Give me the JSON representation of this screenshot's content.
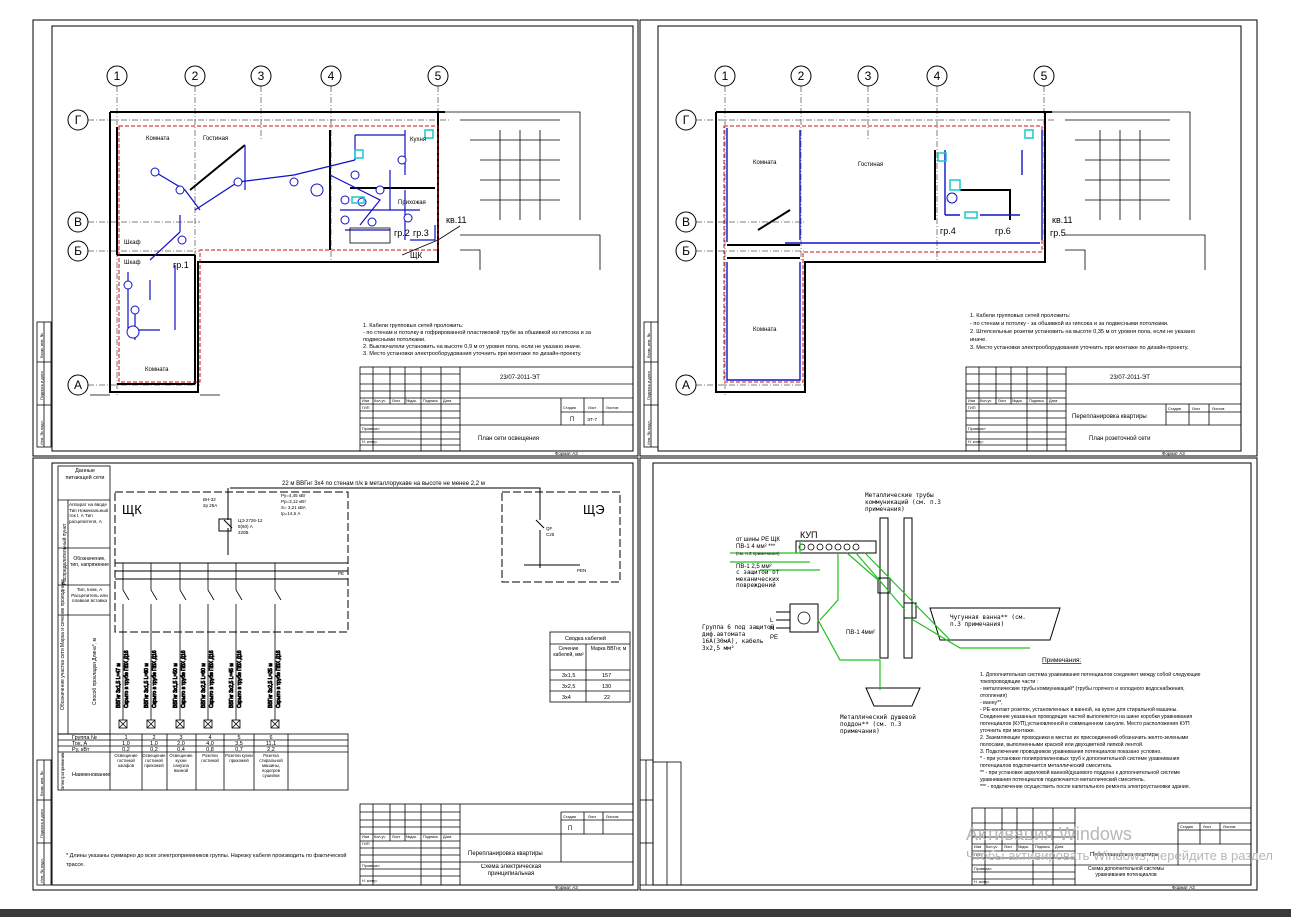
{
  "sheets": {
    "lighting": {
      "axes_letters": [
        "Г",
        "В",
        "Б",
        "А"
      ],
      "axes_numbers": [
        "1",
        "2",
        "3",
        "4",
        "5"
      ],
      "rooms": {
        "room1": "Комната",
        "living": "Гостиная",
        "kitchen": "Кухня",
        "hall": "Прихожая",
        "closet1": "Шкаф",
        "closet2": "Шкаф",
        "room2": "Комната"
      },
      "group_labels": {
        "gr1": "гр.1",
        "gr2": "гр.2",
        "gr3": "гр.3",
        "shk": "ЩК",
        "kv": "кв.11"
      },
      "notes": [
        "1. Кабели групповых сетей проложить:",
        "- по стенам и потолку в гофрированной пластиковой трубе  за обшивкой из гипсока и за",
        "подвесными потолками.",
        "2. Выключатели установить на высоте 0,9 м от уровня пола, если не указано иначе.",
        "3. Место установки электрооборудования уточнить при монтаже по дизайн-проекту."
      ],
      "stamp": {
        "code": "23/07-2011-ЭТ",
        "title": "План сети освещения",
        "stage": "П",
        "sheet": "ЭТ-7",
        "format": "Формат А3"
      }
    },
    "sockets": {
      "axes_letters": [
        "Г",
        "В",
        "Б",
        "А"
      ],
      "axes_numbers": [
        "1",
        "2",
        "3",
        "4",
        "5"
      ],
      "rooms": {
        "room1": "Комната",
        "living": "Гостиная",
        "room2": "Комната"
      },
      "group_labels": {
        "gr4": "гр.4",
        "gr5": "гр.5",
        "gr6": "гр.6",
        "kv": "кв.11"
      },
      "notes": [
        "1. Кабели групповых сетей проложить:",
        "- по стенам и потолку - за обшивкой из гипсока и за подвесными потолками.",
        "2. Штепсельные розетки установить на высоте 0,35 м от уровня пола, если не указано",
        "иначе.",
        "3. Место установки электрооборудования уточнить при монтаже по дизайн-проекту."
      ],
      "stamp": {
        "code": "23/07-2011-ЭТ",
        "project": "Перепланировка квартиры",
        "title": "План розеточной сети",
        "format": "Формат А3"
      }
    },
    "schematic": {
      "row_headers": [
        "Данные питающей сети",
        "Аппарат на вводе Тип Номинальный ток I, А Тип расцепителя, А",
        "Обозначение, тип, напряжение",
        "Тип, Iном, А Расцепитель или плавкая вставка",
        "Обозначение участка сети Марка и сечение проводника",
        "Способ прокладки Длина*, м"
      ],
      "side_label": "Распределительный пункт",
      "feed_text": "22 м  ВВГнг 3х4 по стенам  п/к в металлорукаве на высоте не менее 2,2 м",
      "panel_labels": {
        "shk": "ЩК",
        "she": "ЩЭ"
      },
      "load_params": [
        "Ру=4,45 кВт",
        "Рр=3,12 кВт",
        "S= 3,21 кВА",
        "Iр=14,6 А"
      ],
      "device": {
        "model": "ЦЭ 2726-12",
        "current": "5(60) А",
        "voltage": "220В"
      },
      "breaker_main": {
        "line1": "ВН-32",
        "line2": "2р 25А"
      },
      "breaker_she": {
        "line1": "QF",
        "line2": "С25"
      },
      "pe": "РЕ",
      "pen": "PEN",
      "groups": [
        {
          "no": "1",
          "current": "1,0",
          "power": "0,2",
          "cable": "ВВГнг 3х1,5 L=47 м",
          "route": "Скрыто в трубе ПВХ Д16",
          "name": "Освещение гостиной шкафов"
        },
        {
          "no": "2",
          "current": "1,0",
          "power": "0,2",
          "cable": "ВВГнг 3х1,5 L=60 м",
          "route": "Скрыто в трубе ПВХ Д16",
          "name": "Освещение гостиной прихожей"
        },
        {
          "no": "3",
          "current": "2,0",
          "power": "0,4",
          "cable": "ВВГнг 3х1,5 L=50 м",
          "route": "Скрыто в трубе ПВХ Д16",
          "name": "Освещение кухни санузла ванной"
        },
        {
          "no": "4",
          "current": "4,0",
          "power": "0,8",
          "cable": "ВВГнг 3х2,5 L=60 м",
          "route": "Скрыто в трубе ПВХ Д16",
          "name": "Розетки гостиной"
        },
        {
          "no": "5",
          "current": "3,5",
          "power": "0,7",
          "cable": "ВВГнг 3х2,5 L=45 м",
          "route": "Скрыто в трубе ПВХ Д16",
          "name": "Розетки кухни прихожей"
        },
        {
          "no": "6",
          "current": "11,1",
          "power": "2,2",
          "cable": "ВВГнг 3х2,5 L=25 м",
          "route": "Скрыто в трубе ПВХ Д16",
          "name": "Розетка стиральной машины, подогрев сушилки"
        }
      ],
      "group_row_headers": [
        "Группа №",
        "Ток, А",
        "Pу, кВт",
        "Наименование"
      ],
      "bottom_side_label": "Электроприемник",
      "cable_summary": {
        "title": "Сводка кабелей",
        "headers": [
          "Сечение кабелей, мм²",
          "Марка ВВГнг, м"
        ],
        "rows": [
          [
            "3х1,5",
            "157"
          ],
          [
            "3х2,5",
            "130"
          ],
          [
            "3х4",
            "22"
          ]
        ]
      },
      "footnote": "* Длины указаны суммарно до всех электроприемников группы. Нарезку кабеля производить по фактической трассе.",
      "stamp": {
        "project": "Перепланировка квартиры",
        "title": "Схема электрическая принципиальная",
        "stage": "П",
        "format": "Формат А3"
      }
    },
    "potential": {
      "kup": "КУП",
      "labels": {
        "pipes": "Металлические трубы коммуникаций (см. п.3 примечания)",
        "from_shk": "от шины PE ЩК",
        "pv1_4": "ПВ-1  4 мм² ***",
        "note3": "(см. п.3 примечания)",
        "pv1_25": "ПВ-1  2,5 мм²",
        "pv1_25b": "с защитой от механических повреждений",
        "group6": "Группа 6  под защитой диф.автомата 16А(30мА), кабель 3х2,5 мм²",
        "pv1_4b": "ПВ-1  4мм²",
        "bath": "Чугунная ванна** (см. п.3 примечания)",
        "tray": "Металлический душевой поддон** (см. п.3 примечания)",
        "l": "L",
        "n": "N",
        "pe": "PE"
      },
      "notes_title": "Примечания:",
      "notes": [
        "1. Дополнительная система уравнивания потенциалов соединяет между собой следующие",
        "токопроводящие части :",
        "- металлические трубы  коммуникаций* (трубы горячего и холодного водоснабжения,",
        "отопления)",
        "- ванну**,",
        "- РЕ-контакт розеток, установленных  в ванной, на кухне для стиральной машины.",
        "  Соединение указанных проводящих частей выполняется на шине коробки уравнивания",
        "потенциалов (КУП),установленной в совмещенном санузле. Место расположения КУП",
        "уточнить при монтаже.",
        "2. Заземляющие проводники в местах их присоединений обозначить желто-зелеными",
        "полосами, выполненными краской или двухцветной липкой лентой.",
        "3. Подключение проводников уравнивания потенциалов показано условно.",
        "* - при установке полипропиленовых труб к дополнительной системе уравнивания",
        "потенциалов подключается металлический смеситель.",
        "** - при установке акриловой ванной/душевого поддона  к дополнительной системе",
        "уравнивания потенциалов подключается металлический смеситель.",
        "*** - подключение осуществить после капитального ремонта электроустановки здания."
      ],
      "stamp": {
        "project": "Перепланировка квартиры",
        "title": "Схема дополнительной системы уравнивания  потенциалов",
        "format": "Формат А3"
      }
    }
  },
  "stamp_columns": [
    "Изм",
    "Кол.уч",
    "Лист",
    "№док.",
    "Подпись",
    "Дата"
  ],
  "stamp_roles": [
    "ГИП",
    "Проверил",
    "Н. контр."
  ],
  "stamp_headers": {
    "stage": "Стадия",
    "sheet": "Лист",
    "sheets": "Листов"
  },
  "side_stamp": [
    "Инв. № подл.",
    "Подпись и дата",
    "Взам. инв. №"
  ],
  "watermark": {
    "line1": "Активация Windows",
    "line2": "Чтобы активировать Windows, перейдите в раздел"
  },
  "colors": {
    "wire": "#1010c8",
    "wall": "#000000",
    "redline": "#d01010",
    "green": "#20c020",
    "cyan": "#18c8c8"
  }
}
